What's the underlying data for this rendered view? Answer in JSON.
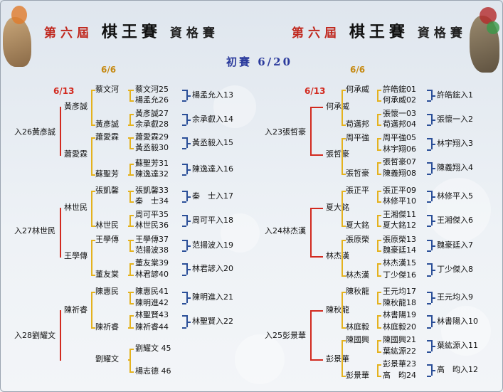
{
  "titles": {
    "left": {
      "pre": "第六屆",
      "main": "棋王賽",
      "post": "資格賽"
    },
    "right": {
      "pre": "第六屆",
      "main": "棋王賽",
      "post": "資格賽"
    }
  },
  "round_label": "初賽  6/20",
  "dates": {
    "l_66": "6/6",
    "l_613": "6/13",
    "r_66": "6/6",
    "r_613": "6/13"
  },
  "left": {
    "g1": {
      "p1": "蔡文河25",
      "p2": "楊孟允26",
      "w": "楊孟允入13"
    },
    "g2": {
      "p1": "黃彥誠27",
      "p2": "余承叡28",
      "w": "余承叡入14"
    },
    "g3": {
      "p1": "蕭愛霖29",
      "p2": "黃丞毅30",
      "w": "黃丞毅入15"
    },
    "g4": {
      "p1": "蘇聖芳31",
      "p2": "陳逸達32",
      "w": "陳逸達入16"
    },
    "g5": {
      "p1": "張凱馨33",
      "p2": "秦　士34",
      "w": "秦　士入17"
    },
    "g6": {
      "p1": "周可平35",
      "p2": "林世民36",
      "w": "周可平入18"
    },
    "g7": {
      "p1": "王學傳37",
      "p2": "范揚波38",
      "w": "范揚波入19"
    },
    "g8": {
      "p1": "董友棠39",
      "p2": "林君諺40",
      "w": "林君諺入20"
    },
    "g9": {
      "p1": "陳惠民41",
      "p2": "陳明進42",
      "w": "陳明進入21"
    },
    "g10": {
      "p1": "林聖賢43",
      "p2": "陳祈睿44",
      "w": "林聖賢入22"
    },
    "g11": {
      "p1": "劉耀文 45",
      "p2": "楊志德 46"
    },
    "r1": [
      "蔡文河",
      "黃彥誠",
      "蕭愛霖",
      "蘇聖芳",
      "張凱馨",
      "林世民",
      "王學傳",
      "董友棠",
      "陳惠民",
      "陳祈睿",
      "劉耀文"
    ],
    "r2": [
      "黃彥誠",
      "蕭愛霖",
      "林世民",
      "王學傳",
      "陳祈睿"
    ],
    "final": [
      "入26黃彥誠",
      "入27林世民",
      "入28劉耀文"
    ]
  },
  "right": {
    "g1": {
      "p1": "許皓鋐01",
      "p2": "何承威02",
      "w": "許皓鋐入1"
    },
    "g2": {
      "p1": "張懷一03",
      "p2": "苟邁邦04",
      "w": "張懷一入2"
    },
    "g3": {
      "p1": "周平強05",
      "p2": "林宇翔06",
      "w": "林宇翔入3"
    },
    "g4": {
      "p1": "張哲豪07",
      "p2": "陳義翔08",
      "w": "陳義翔入4"
    },
    "g5": {
      "p1": "張正平09",
      "p2": "林修平10",
      "w": "林修平入5"
    },
    "g6": {
      "p1": "王湘傑11",
      "p2": "夏大銘12",
      "w": "王湘傑入6"
    },
    "g7": {
      "p1": "張原榮13",
      "p2": "魏豪廷14",
      "w": "魏豪廷入7"
    },
    "g8": {
      "p1": "林杰漢15",
      "p2": "丁少傑16",
      "w": "丁少傑入8"
    },
    "g9": {
      "p1": "王元均17",
      "p2": "陳秋龍18",
      "w": "王元均入9"
    },
    "g10": {
      "p1": "林書陽19",
      "p2": "林庭毅20",
      "w": "林書陽入10"
    },
    "g11": {
      "p1": "陳國興21",
      "p2": "葉紘源22",
      "w": "葉紘源入11"
    },
    "g12": {
      "p1": "彭景華23",
      "p2": "高　昀24",
      "w": "高　昀入12"
    },
    "r1": [
      "何承威",
      "苟邁邦",
      "周平強",
      "張哲豪",
      "張正平",
      "夏大銘",
      "張原榮",
      "林杰漢",
      "陳秋龍",
      "林庭毅",
      "陳國興",
      "彭景華"
    ],
    "r2": [
      "何承威",
      "張哲豪",
      "夏大銘",
      "林杰漢",
      "陳秋龍",
      "彭景華"
    ],
    "final": [
      "入23張哲豪",
      "入24林杰漢",
      "入25彭景華"
    ]
  }
}
